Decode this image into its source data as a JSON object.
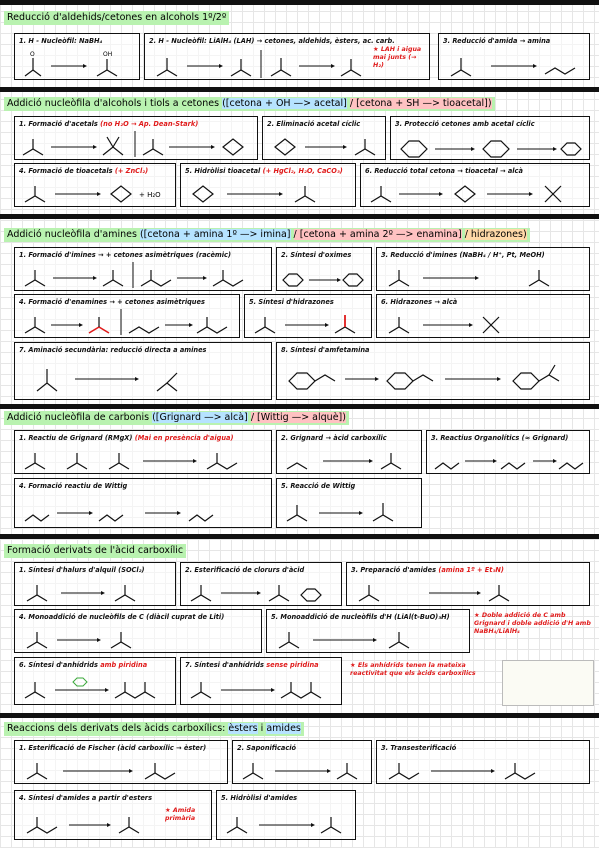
{
  "colors": {
    "green": "#b9f2b0",
    "blue": "#b6e3ff",
    "red": "#ffc2c2",
    "orange": "#ffd9a8",
    "note": "#e01b1b"
  },
  "s1": {
    "title": "Reducció d'aldehids/cetones en alcohols 1º/2º",
    "b1": "1. H - Nucleòfil: NaBH₄",
    "b2": "2. H - Nucleòfil: LiAlH₄ (LAH) → cetones, aldehids, èsters, ac. carb.",
    "b2note": "★ LAH i aigua mai junts (→ H₂)",
    "b3": "3. Reducció d'amida → amina"
  },
  "s2": {
    "title": "Addició nucleòfila d'alcohols i tiols a cetones",
    "t1": "([cetona + OH —> acetal]",
    "t2": "/ [cetona + SH —> tioacetal])",
    "b1": "1. Formació d'acetals",
    "b1r": "(no H₂O → Ap. Dean-Stark)",
    "b2": "2. Eliminació acetal cíclic",
    "b3": "3. Protecció cetones amb acetal cíclic",
    "b4": "4. Formació de tioacetals",
    "b4r": "(+ ZnCl₂)",
    "b5": "5. Hidròlisi tioacetal",
    "b5r": "(+ HgCl₂, H₂O, CaCO₃)",
    "b6": "6. Reducció total cetona → tioacetal → alcà"
  },
  "s3": {
    "title": "Addició nucleòfila d'amines",
    "t1": "([cetona + amina 1º —> imina]",
    "t2": "/ [cetona + amina 2º —> enamina]",
    "t3": "/ hidrazones)",
    "b1": "1. Formació d'imines → + cetones asimètriques (racèmic)",
    "b2": "2. Síntesi d'oximes",
    "b3": "3. Reducció d'imines (NaBH₄ / H⁺, Pt, MeOH)",
    "b4": "4. Formació d'enamines → + cetones asimètriques",
    "b5": "5. Síntesi d'hidrazones",
    "b6": "6. Hidrazones → alcà",
    "b7": "7. Aminació secundària: reducció directa a amines",
    "b8": "8. Síntesi d'amfetamina"
  },
  "s4": {
    "title": "Addició nucleòfila de carbonis",
    "t1": "([Grignard —> alcà]",
    "t2": "/ [Wittig —> alquè])",
    "b1": "1. Reactiu de Grignard (RMgX)",
    "b1r": "(Mai en presència d'aigua)",
    "b2": "2. Grignard → àcid carboxílic",
    "b3": "3. Reactius Organolítics (≈ Grignard)",
    "b4": "4. Formació reactiu de Wittig",
    "b5": "5. Reacció de Wittig"
  },
  "s5": {
    "title": "Formació derivats de l'àcid carboxílic",
    "b1": "1. Síntesi d'halurs d'alquil (SOCl₂)",
    "b2": "2. Esterificació de clorurs d'àcid",
    "b3": "3. Preparació d'amides",
    "b3r": "(amina 1º + Et₃N)",
    "b4": "4. Monoaddició de nucleòfils de C (diàcil cuprat de Liti)",
    "b5": "5. Monoaddició de nucleòfils d'H (LiAl(t-BuO)₃H)",
    "b5note": "★ Doble addició de C amb Grignard i doble addició d'H amb NaBH₄/LiAlH₄",
    "b6": "6. Síntesi d'anhídrids",
    "b6r": "amb piridina",
    "b7": "7. Síntesi d'anhídrids",
    "b7r": "sense piridina",
    "b7note": "★ Els anhídrids tenen la mateixa reactivitat que els àcids carboxílics"
  },
  "s6": {
    "title": "Reaccions dels derivats dels àcids carboxílics:",
    "t1": "èsters",
    "t2": "i",
    "t3": "amides",
    "b1": "1. Esterificació de Fischer (àcid carboxílic → èster)",
    "b2": "2. Saponificació",
    "b3": "3. Transesterificació",
    "b4": "4. Síntesi d'amides a partir d'esters",
    "b4note": "★ Amida primària",
    "b5": "5. Hidròlisi d'amides"
  }
}
